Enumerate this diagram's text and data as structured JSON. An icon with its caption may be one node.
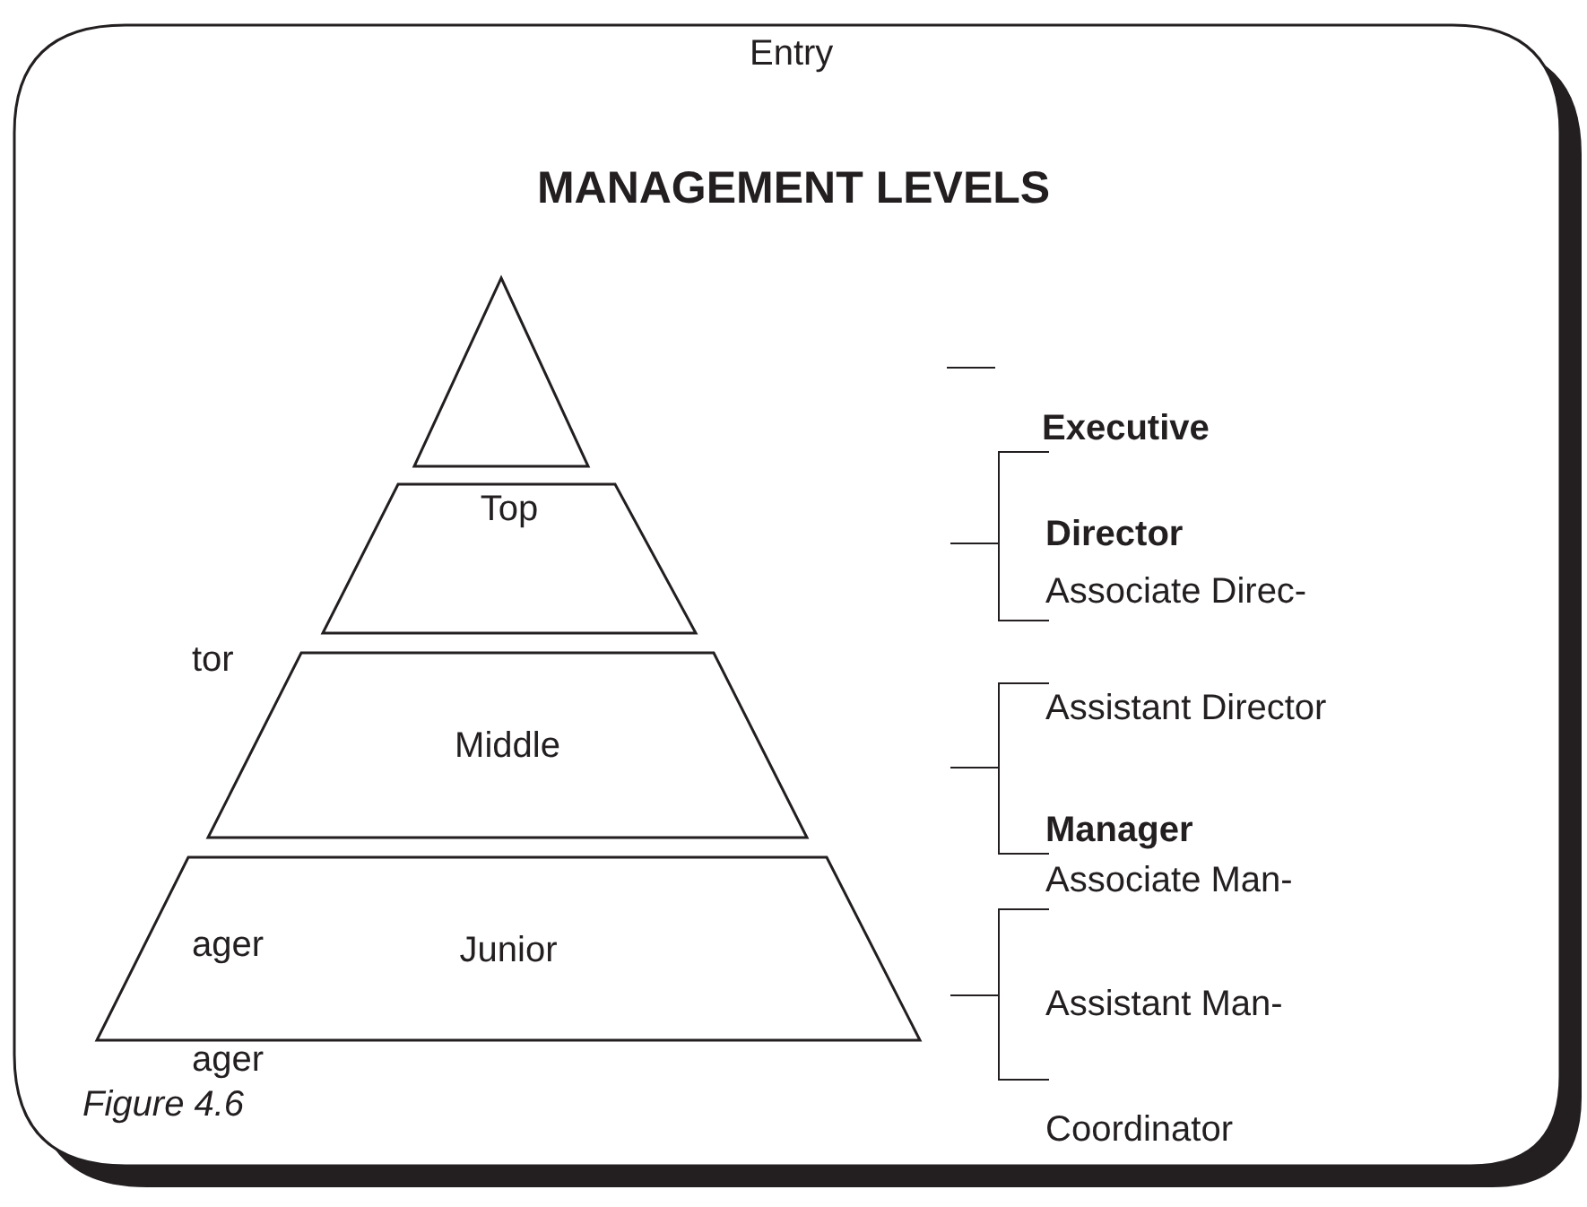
{
  "diagram": {
    "title": "MANAGEMENT LEVELS",
    "caption": "Figure 4.6",
    "nodes": [
      {
        "text": [],
        "shape": "triangle"
      },
      {
        "text": [
          "Top"
        ]
      },
      {
        "text": [
          "Middle"
        ]
      },
      {
        "text": [
          "Junior"
        ]
      }
    ],
    "labels": [
      "Entry",
      "Executive",
      "Director",
      "Associate Direc-",
      "tor",
      "Assistant Director",
      "Manager",
      "Associate Man-",
      "ager",
      "Assistant Man-",
      "ager",
      "Coordinator"
    ]
  }
}
